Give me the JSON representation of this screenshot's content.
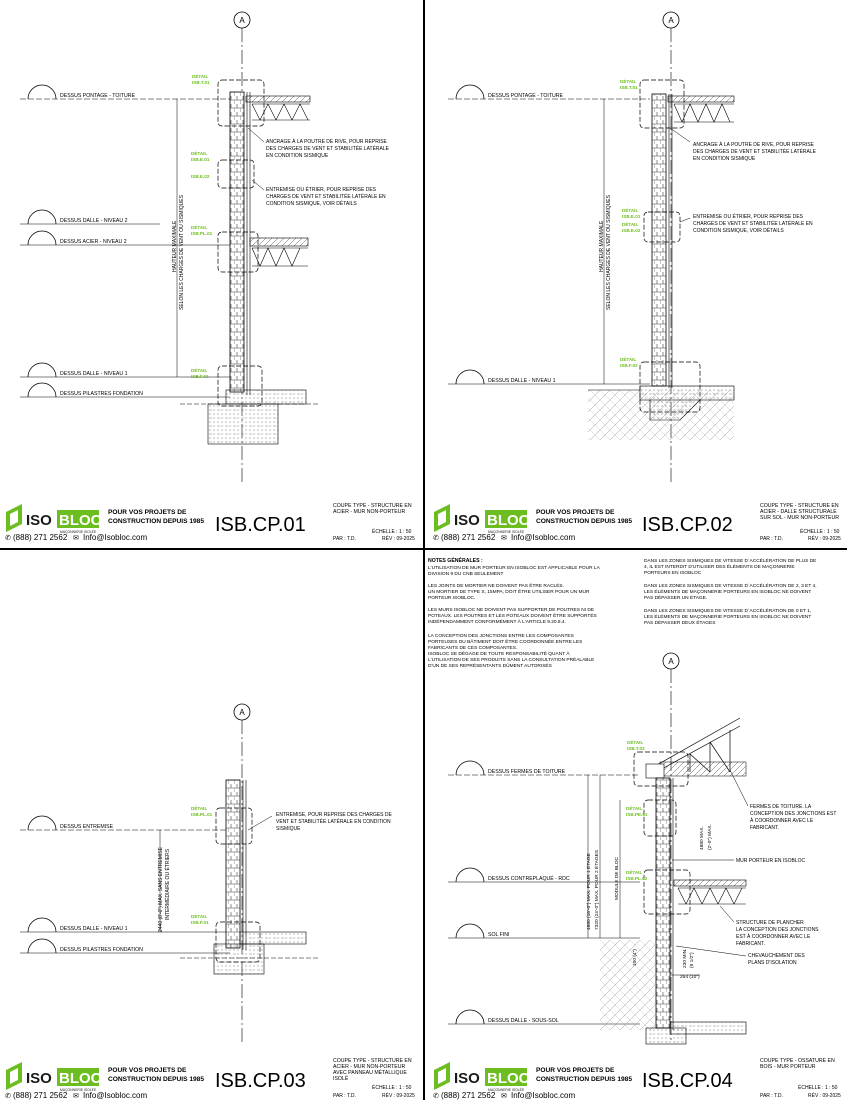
{
  "brand": {
    "logo_iso": "ISO",
    "logo_bloc": "BLOC",
    "logo_sub": "MAÇONNERIE ISOLÉE",
    "tagline_1": "POUR VOS PROJETS DE",
    "tagline_2": "CONSTRUCTION DEPUIS 1985",
    "phone": "(888) 271 2562",
    "email": "Info@Isobloc.com",
    "color_green": "#6cbd1f",
    "color_dark": "#1a1a1a"
  },
  "common": {
    "scale": "ÉCHELLE :  1 : 50",
    "by": "PAR : T.D.",
    "rev": "RÉV :  09-2025",
    "grid_label": "A"
  },
  "panels": [
    {
      "code": "ISB.CP.01",
      "title_1": "COUPE TYPE - STRUCTURE EN",
      "title_2": "ACIER - MUR NON-PORTEUR",
      "title_3": "",
      "title_4": "",
      "levels": [
        "DESSUS PONTAGE - TOITURE",
        "DESSUS DALLE - NIVEAU 2",
        "DESSUS ACIER - NIVEAU 2",
        "DESSUS DALLE - NIVEAU 1",
        "DESSUS PILASTRES FONDATION"
      ],
      "details": [
        "DÉTAIL",
        "ISB.T.01",
        "DÉTAIL",
        "ISB.E.01",
        "ISB.E.02",
        "DÉTAIL",
        "ISB.PL.01",
        "DÉTAIL",
        "ISB.F.01"
      ],
      "notes": [
        [
          "ANCRAGE À LA POUTRE DE RIVE, POUR REPRISE",
          "DES CHARGES DE VENT ET STABILITÉE LATÉRALE",
          "EN CONDITION SISMIQUE"
        ],
        [
          "ENTREMISE OU ÉTRIER, POUR REPRISE DES",
          "CHARGES DE VENT ET STABILITÉE LATÉRALE EN",
          "CONDITION SISMIQUE, VOIR DÉTAILS"
        ]
      ],
      "dim_1": "HAUTEUR MAXIMALE",
      "dim_2": "SELON LES CHARGES DE VENT OU SISMIQUES"
    },
    {
      "code": "ISB.CP.02",
      "title_1": "COUPE TYPE - STRUCTURE EN",
      "title_2": "ACIER - DALLE STRUCTURALE",
      "title_3": "SUR SOL - MUR NON-PORTEUR",
      "title_4": "",
      "levels": [
        "DESSUS PONTAGE - TOITURE",
        "DESSUS DALLE - NIVEAU 1"
      ],
      "details": [
        "DÉTAIL",
        "ISB.T.01",
        "DÉTAIL",
        "ISB.E.01",
        "DÉTAIL",
        "ISB.E.02",
        "DÉTAIL",
        "ISB.F.02"
      ],
      "notes": [
        [
          "ANCRAGE À LA POUTRE DE RIVE, POUR REPRISE",
          "DES CHARGES DE VENT ET STABILITÉE LATÉRALE",
          "EN CONDITION SISMIQUE"
        ],
        [
          "ENTREMISE OU ÉTRIER, POUR REPRISE DES",
          "CHARGES DE VENT ET STABILITÉE LATÉRALE EN",
          "CONDITION SISMIQUE, VOIR DÉTAILS"
        ]
      ],
      "dim_1": "HAUTEUR MAXIMALE",
      "dim_2": "SELON LES CHARGES DE VENT OU SISMIQUES"
    },
    {
      "code": "ISB.CP.03",
      "title_1": "COUPE TYPE - STRUCTURE EN",
      "title_2": "ACIER - MUR NON-PORTEUR",
      "title_3": "AVEC PANNEAU MÉTALLIQUE",
      "title_4": "ISOLÉ",
      "levels": [
        "DESSUS ENTREMISE",
        "DESSUS DALLE - NIVEAU 1",
        "DESSUS PILASTRES FONDATION"
      ],
      "details": [
        "DÉTAIL",
        "ISB.PL.01",
        "DÉTAIL",
        "ISB.F.01"
      ],
      "notes": [
        [
          "ENTREMISE, POUR REPRISE DES CHARGES DE",
          "VENT ET STABILITÉE LATÉRALE EN CONDITION",
          "SISMIQUE"
        ]
      ],
      "dim_1": "2440 (8'-0\") MAX. SANS ENTREMISE",
      "dim_2": "INTERMÉDIAIRE OU ÉTRIERS"
    },
    {
      "code": "ISB.CP.04",
      "title_1": "COUPE TYPE - OSSATURE EN",
      "title_2": "BOIS - MUR PORTEUR",
      "title_3": "",
      "title_4": "",
      "levels": [
        "DESSUS FERMES DE TOITURE",
        "DESSUS CONTREPLAQUÉ - RDC",
        "SOL FINI",
        "DESSUS DALLE - SOUS-SOL"
      ],
      "details": [
        "DÉTAIL",
        "ISB.T.03",
        "DÉTAIL",
        "ISB.PE.01",
        "DÉTAIL",
        "ISB.PL.02"
      ],
      "notes": [
        [
          "FERMES DE TOITURE. LA",
          "CONCEPTION DES JONCTIONS EST",
          "À COORDONNER AVEC LE",
          "FABRICANT."
        ],
        [
          "MUR PORTEUR EN ISOBLOC"
        ],
        [
          "STRUCTURE DE PLANCHER",
          "LA CONCEPTION DES JONCTIONS",
          "EST À COORDONNER AVEC LE",
          "FABRICANT."
        ],
        [
          "CHEVAUCHEMENT DES",
          "PLANS D'ISOLATION"
        ]
      ],
      "dims": [
        "4880 (16'-0\") MAX. POUR 1 ÉTAGE",
        "7320 (24'-0\") MAX. POUR 2 ÉTAGES",
        "MODULE DE BLOC",
        "4880 MAX.",
        "(2'-0\") MAX.",
        "100 (4\")",
        "230 MIN.",
        "(9 1/2\")",
        "254 (10\")"
      ]
    }
  ],
  "general_notes": {
    "heading": "NOTES GÉNÉRALES :",
    "left": [
      "L'UTILISATION DE MUR PORTEUR EN ISOBLOC EST APPLICABLE POUR LA",
      "DIVISION 9 DU CNB SEULEMENT",
      "",
      "LES JOINTS DE MORTIER NE DOIVENT PAS ÊTRE RACLÉS.",
      "UN MORTIER DE TYPE S, 15MPA, DOIT ÊTRE UTILISER POUR UN MUR",
      "PORTEUR ISOBLOC.",
      "",
      "LES MURS ISOBLOC NE DOIVENT PAS SUPPORTER DE POUTRES NI DE",
      "POTEAUX. LES POUTRES ET LES POTEAUX DOIVENT ÊTRE SUPPORTÉS",
      "INDÉPENDAMMENT CONFORMÉMENT À L'ARTICLE 9.20.8.4.",
      "",
      "LA CONCEPTION DES JONCTIONS ENTRE LES COMPOSANTES",
      "PORTEUSES DU BÂTIMENT DOIT ÊTRE COORDONNÉE ENTRE LES",
      "FABRICANTS DE CES COMPOSANTES.",
      "ISOBLOC SE DÉGAGE DE TOUTE RESPONSABILITÉ QUANT À",
      "L'UTILISATION DE SES PRODUITS SANS LA CONSULTATION PRÉALABLE",
      "D'UN DE SES REPRÉSENTANTS DÛMENT AUTORISÉS"
    ],
    "right": [
      "DANS LES ZONES SISMIQUES DE VITESSE D`ACCÉLÉRATION DE PLUS DE",
      "4, IL EST INTERDIT D'UTILISER DES ÉLÉMENTS DE MAÇONNERIE",
      "PORTEURS EN ISOBLOC",
      "",
      "DANS LES ZONES SISMIQUES DE VITESSE D`ACCÉLÉRATION DE 2, 3 ET 4,",
      "LES ÉLÉMENTS DE MAÇONNERIE PORTEURS EN ISOBLOC NE DOIVENT",
      "PAS DÉPASSER UN ÉTAGE.",
      "",
      "DANS LES ZONES SISMIQUES DE VITESSE D`ACCÉLÉRATION DE 0 ET 1,",
      "LES ÉLÉMENTS DE MAÇONNERIE PORTEURS EN ISOBLOC NE DOIVENT",
      "PAS DÉPASSER DEUX ÉTAGES"
    ]
  }
}
